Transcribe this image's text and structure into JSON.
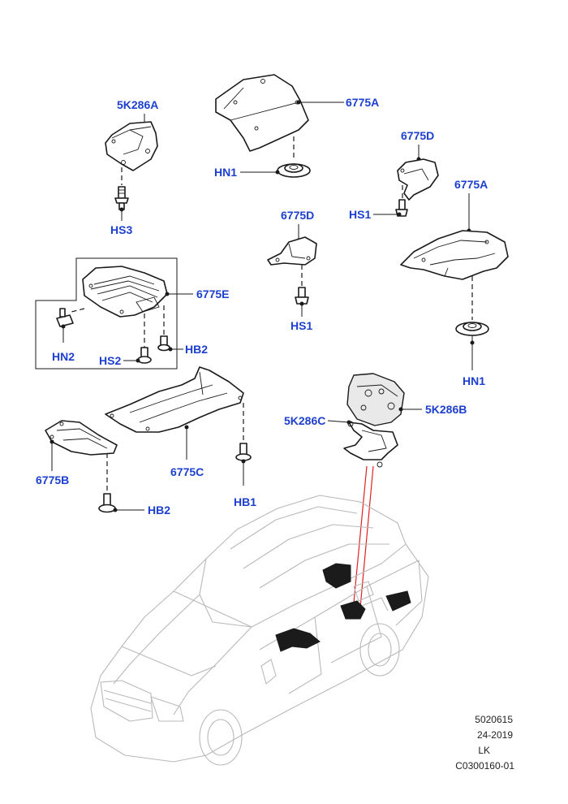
{
  "callouts": {
    "l_5k286a": "5K286A",
    "l_6775a_top": "6775A",
    "l_hn1_top": "HN1",
    "l_hs3": "HS3",
    "l_6775d_right": "6775D",
    "l_hs1_right": "HS1",
    "l_6775a_right": "6775A",
    "l_6775d_mid": "6775D",
    "l_hs1_mid": "HS1",
    "l_6775e": "6775E",
    "l_hn2": "HN2",
    "l_hs2": "HS2",
    "l_hb2_upper": "HB2",
    "l_hn1_right": "HN1",
    "l_5k286c": "5K286C",
    "l_5k286b": "5K286B",
    "l_6775b": "6775B",
    "l_6775c": "6775C",
    "l_hb1": "HB1",
    "l_hb2_lower": "HB2"
  },
  "reference": {
    "line1": "5020615",
    "line2": "24-2019",
    "line3": "LK",
    "line4": "C0300160-01"
  },
  "colors": {
    "callout_text": "#1d3fcf",
    "highlight_leader": "#e02020",
    "line_art": "#1a1a1a",
    "vehicle_ghost": "#b9b9b9"
  }
}
